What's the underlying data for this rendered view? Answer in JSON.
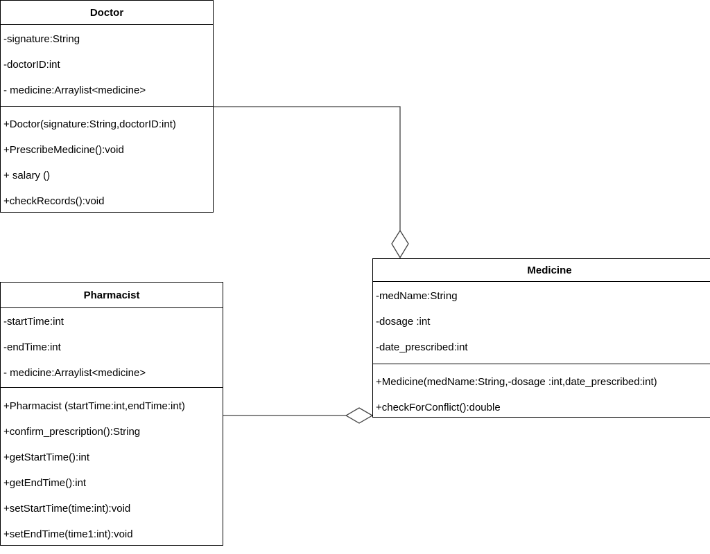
{
  "diagram": {
    "kind": "uml-class-diagram",
    "colors": {
      "background": "#ffffff",
      "box_border": "#000000",
      "connector": "#404040",
      "diamond_fill": "#ffffff"
    },
    "classes": {
      "doctor": {
        "title": "Doctor",
        "attributes": [
          "-signature:String",
          "-doctorID:int",
          "- medicine:Arraylist<medicine>"
        ],
        "methods": [
          "+Doctor(signature:String,doctorID:int)",
          "+PrescribeMedicine():void",
          "+ salary ()",
          "+checkRecords():void"
        ]
      },
      "pharmacist": {
        "title": "Pharmacist",
        "attributes": [
          "-startTime:int",
          "-endTime:int",
          "- medicine:Arraylist<medicine>"
        ],
        "methods": [
          "+Pharmacist (startTime:int,endTime:int)",
          "+confirm_prescription():String",
          "+getStartTime():int",
          "+getEndTime():int",
          "+setStartTime(time:int):void",
          "+setEndTime(time1:int):void"
        ]
      },
      "medicine": {
        "title": "Medicine",
        "attributes": [
          "-medName:String",
          "-dosage :int",
          "-date_prescribed:int"
        ],
        "methods": [
          "+Medicine(medName:String,-dosage :int,date_prescribed:int)",
          "+checkForConflict():double"
        ]
      }
    },
    "relationships": [
      {
        "from": "Doctor",
        "to": "Medicine",
        "type": "aggregation"
      },
      {
        "from": "Pharmacist",
        "to": "Medicine",
        "type": "aggregation"
      }
    ]
  }
}
